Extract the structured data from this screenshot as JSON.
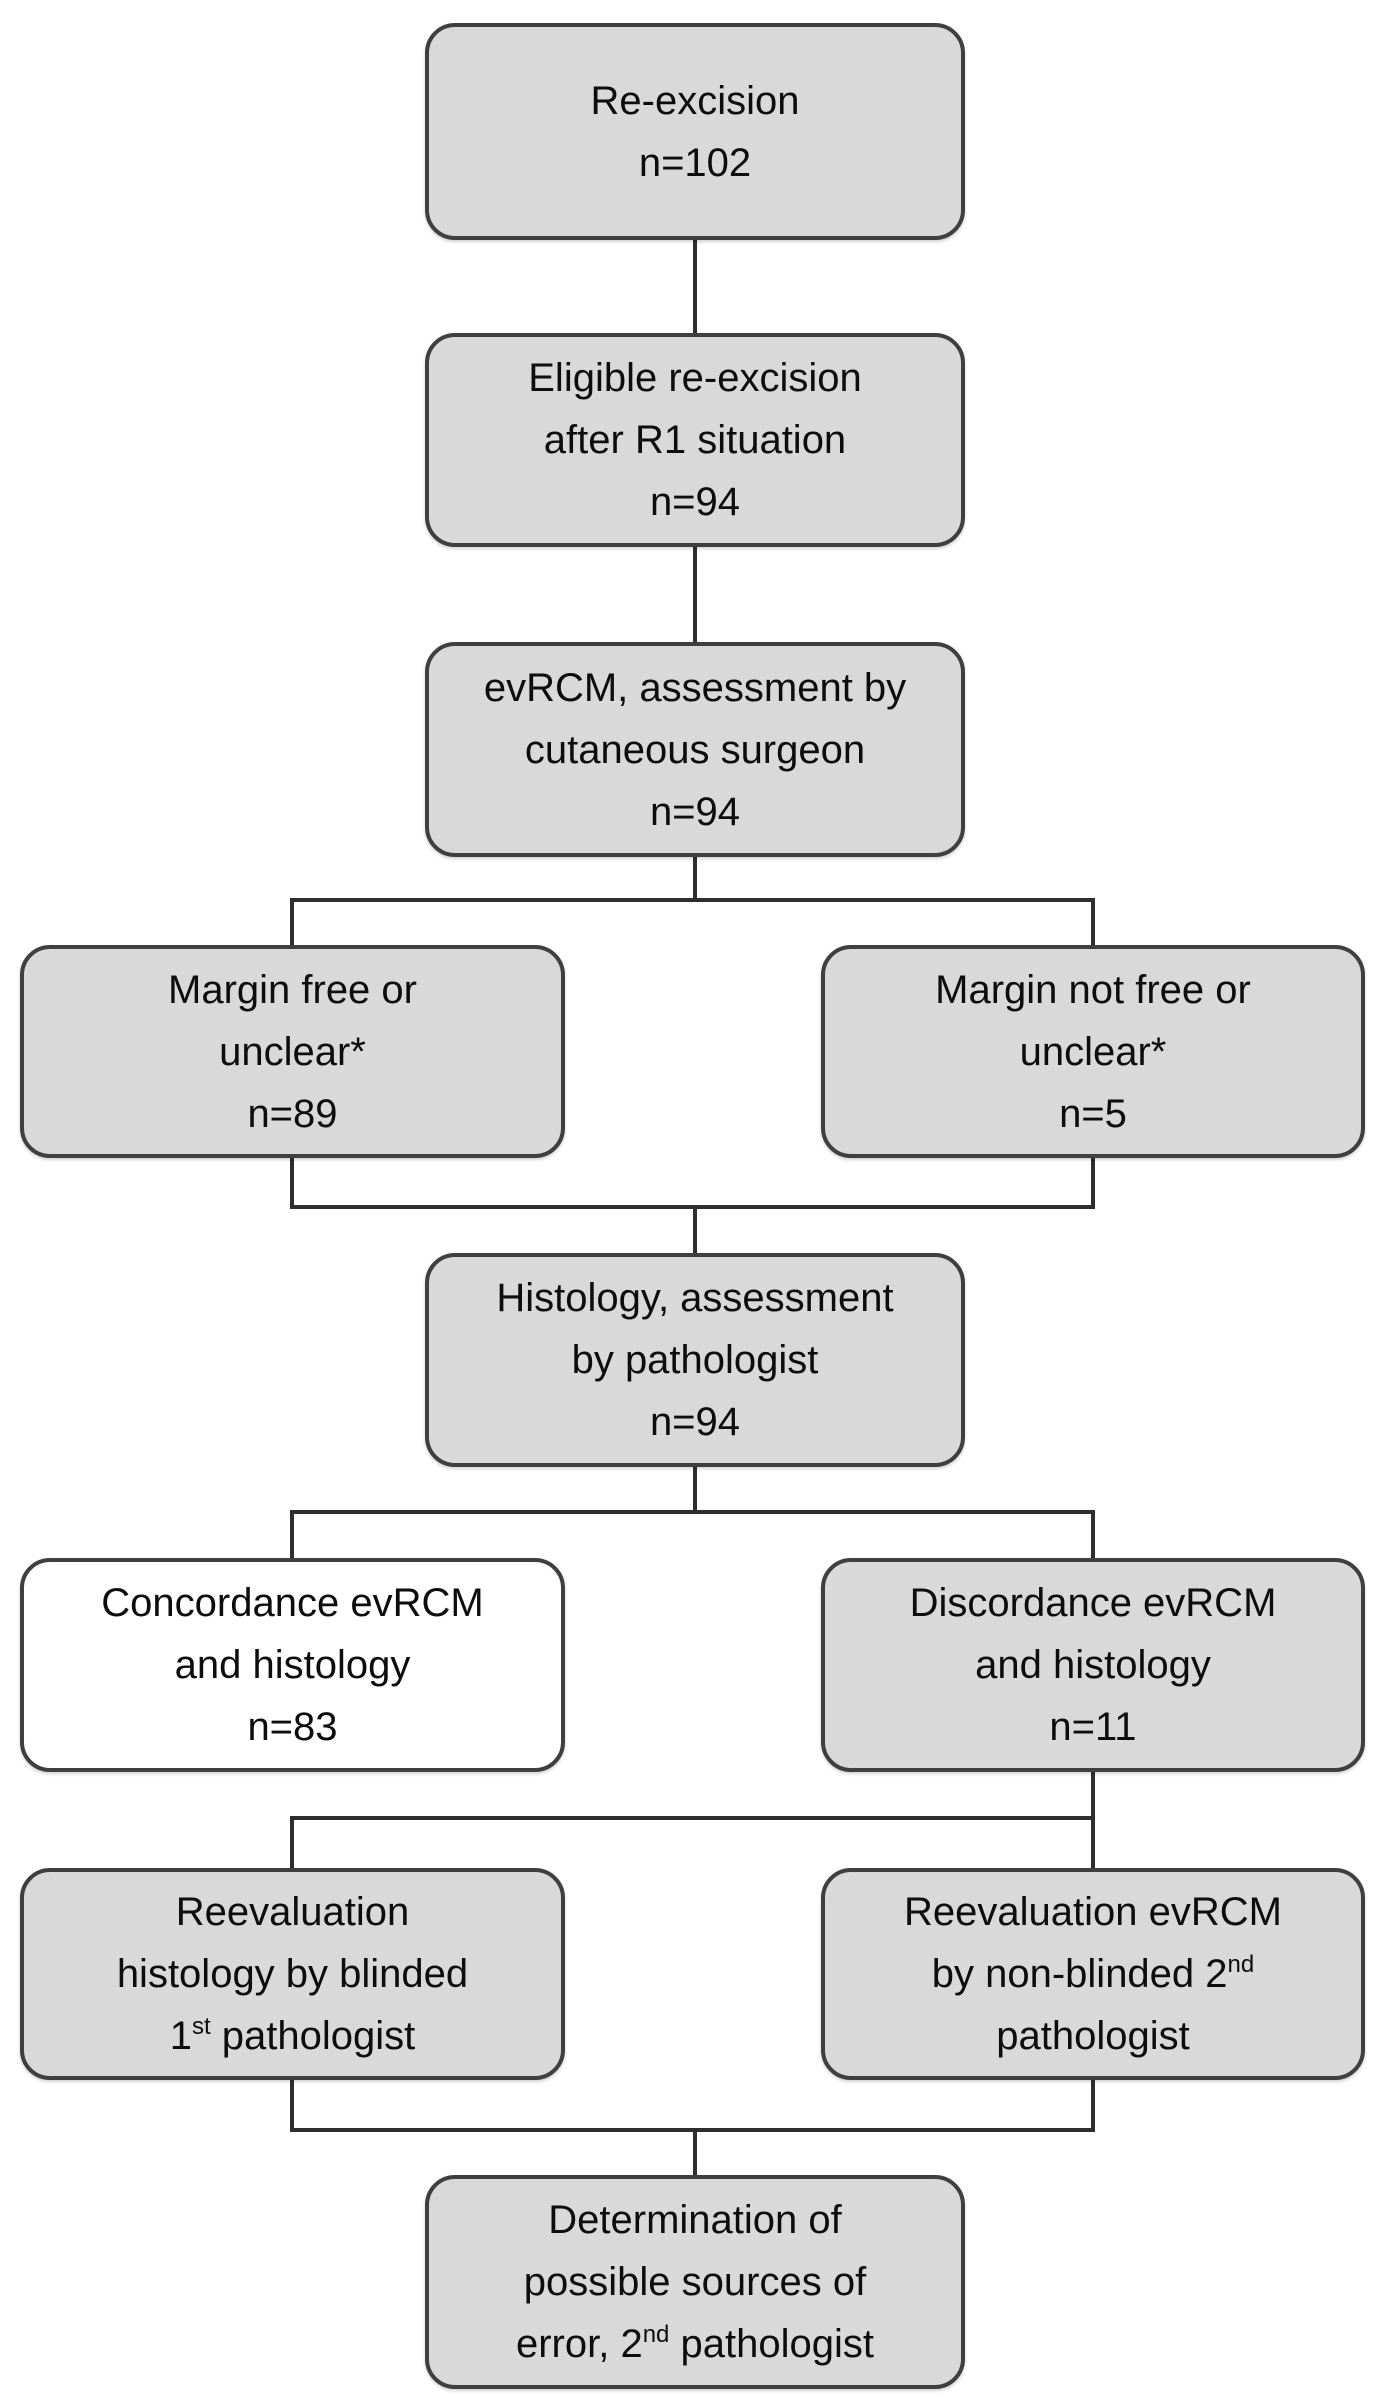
{
  "colors": {
    "background": "#ffffff",
    "box_fill": "#d9d9d9",
    "box_fill_alt": "#ffffff",
    "box_border": "#3f3f3f",
    "line": "#2e2e2e",
    "text": "#0d0d0d"
  },
  "flowchart": {
    "nodes": [
      {
        "id": "re-excision",
        "fill": "gray",
        "lines": [
          "Re-excision",
          "n=102"
        ]
      },
      {
        "id": "eligible",
        "fill": "gray",
        "lines": [
          "Eligible re-excision",
          "after R1 situation",
          "n=94"
        ]
      },
      {
        "id": "evrcm-assessment",
        "fill": "gray",
        "lines": [
          "evRCM, assessment by",
          "cutaneous surgeon",
          "n=94"
        ]
      },
      {
        "id": "margin-free",
        "fill": "gray",
        "lines": [
          "Margin free or",
          "unclear*",
          "n=89"
        ]
      },
      {
        "id": "margin-not-free",
        "fill": "gray",
        "lines": [
          "Margin not free or",
          "unclear*",
          "n=5"
        ]
      },
      {
        "id": "histology",
        "fill": "gray",
        "lines": [
          "Histology, assessment",
          "by pathologist",
          "n=94"
        ]
      },
      {
        "id": "concordance",
        "fill": "white",
        "lines": [
          "Concordance evRCM",
          "and histology",
          "n=83"
        ]
      },
      {
        "id": "discordance",
        "fill": "gray",
        "lines": [
          "Discordance evRCM",
          "and histology",
          "n=11"
        ]
      },
      {
        "id": "reeval-histology",
        "fill": "gray",
        "lines": [
          "Reevaluation",
          "histology by blinded",
          [
            {
              "t": "1"
            },
            {
              "sup": "st"
            },
            {
              "t": " pathologist"
            }
          ]
        ]
      },
      {
        "id": "reeval-evrcm",
        "fill": "gray",
        "lines": [
          "Reevaluation evRCM",
          [
            {
              "t": "by non-blinded 2"
            },
            {
              "sup": "nd"
            }
          ],
          "pathologist"
        ]
      },
      {
        "id": "determination",
        "fill": "gray",
        "lines": [
          "Determination of",
          "possible sources of",
          [
            {
              "t": "error, 2"
            },
            {
              "sup": "nd"
            },
            {
              "t": " pathologist"
            }
          ]
        ]
      }
    ]
  }
}
